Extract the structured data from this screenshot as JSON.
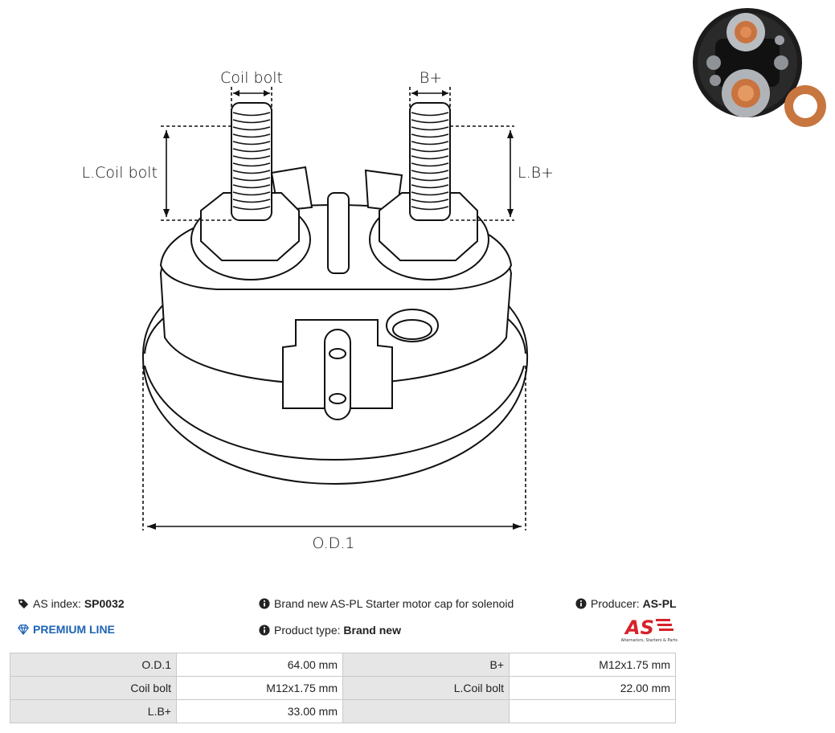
{
  "drawing": {
    "labels": {
      "coil_bolt": "Coil bolt",
      "b_plus": "B+",
      "l_coil_bolt": "L.Coil bolt",
      "l_b_plus": "L.B+",
      "od1": "O.D.1"
    }
  },
  "thumbnail": {
    "icon": "solenoid-cap-photo"
  },
  "info": {
    "as_index_label": "AS index:",
    "as_index_value": "SP0032",
    "description": "Brand new AS-PL Starter motor cap for solenoid",
    "producer_label": "Producer:",
    "producer_value": "AS-PL",
    "premium": "PREMIUM LINE",
    "product_type_label": "Product type:",
    "product_type_value": "Brand new"
  },
  "logo": {
    "mark": "AS",
    "tagline": "Alternators, Starters & Parts"
  },
  "colors": {
    "accent_blue": "#1e63b5",
    "logo_red": "#d8212a",
    "table_label_bg": "#e6e6e6"
  },
  "specs": [
    [
      {
        "label": "O.D.1",
        "value": "64.00 mm"
      },
      {
        "label": "B+",
        "value": "M12x1.75 mm"
      }
    ],
    [
      {
        "label": "Coil bolt",
        "value": "M12x1.75 mm"
      },
      {
        "label": "L.Coil bolt",
        "value": "22.00 mm"
      }
    ],
    [
      {
        "label": "L.B+",
        "value": "33.00 mm"
      },
      {
        "label": "",
        "value": ""
      }
    ]
  ]
}
